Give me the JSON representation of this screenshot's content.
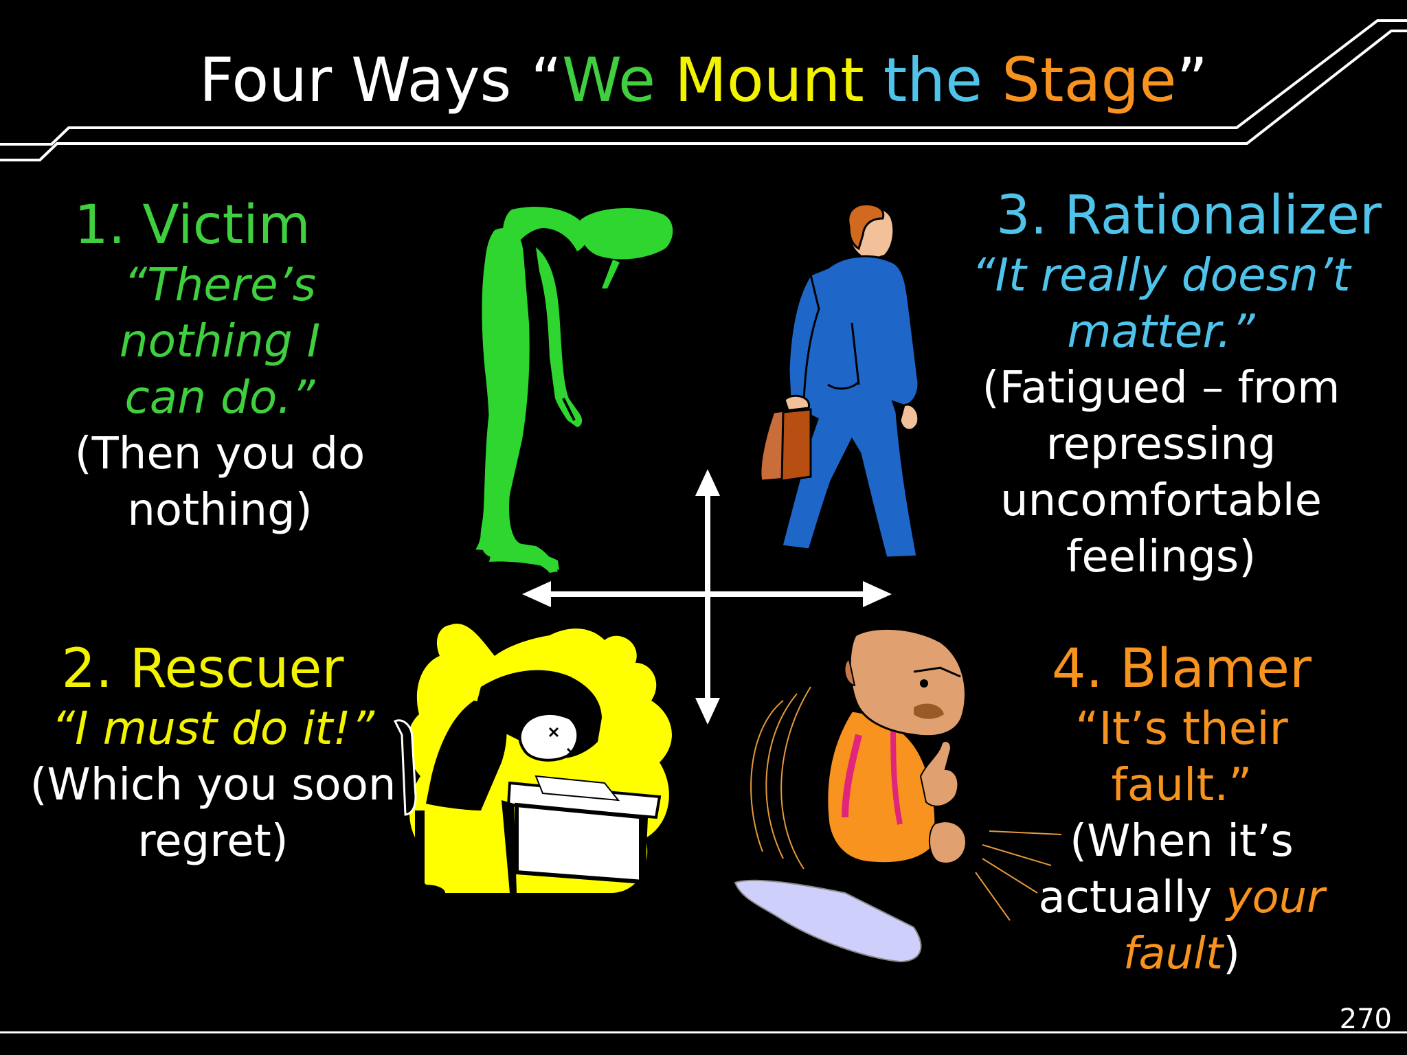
{
  "slide": {
    "title": {
      "prefix": "Four Ways “",
      "w1": "We",
      "w2": "Mount",
      "w3": "the",
      "w4": "Stage",
      "suffix": "”"
    },
    "page_number": "270"
  },
  "colors": {
    "background": "#000000",
    "victim": "#3fcf3f",
    "rescuer": "#f3f300",
    "rationalizer": "#4fc3ea",
    "blamer": "#f7931e",
    "text": "#ffffff"
  },
  "quadrants": {
    "victim": {
      "heading": "1. Victim",
      "quote_line1": "“There’s nothing I",
      "quote_line2": "can do.”",
      "desc_line1": "(Then you do",
      "desc_line2": "nothing)"
    },
    "rescuer": {
      "heading": "2. Rescuer",
      "quote": "“I must do it!”",
      "desc_line1": "(Which you soon",
      "desc_line2": "regret)"
    },
    "rationalizer": {
      "heading": "3. Rationalizer",
      "quote_line1": "“It really doesn’t",
      "quote_line2": "matter.”",
      "desc_line1": "(Fatigued – from",
      "desc_line2": "repressing",
      "desc_line3": "uncomfortable",
      "desc_line4": "feelings)"
    },
    "blamer": {
      "heading": "4. Blamer",
      "quote": "“It’s their fault.”",
      "desc_line1": "(When it’s",
      "desc_line2_plain": "actually ",
      "desc_line2_em": "your",
      "desc_line3_em": "fault",
      "desc_line3_plain": ")"
    }
  },
  "illustrations": {
    "victim": "slumped-green-figure",
    "rationalizer": "walking-man-with-briefcase",
    "rescuer": "exhausted-worker-at-desk",
    "blamer": "pointing-bald-man",
    "center": "four-way-arrows"
  }
}
